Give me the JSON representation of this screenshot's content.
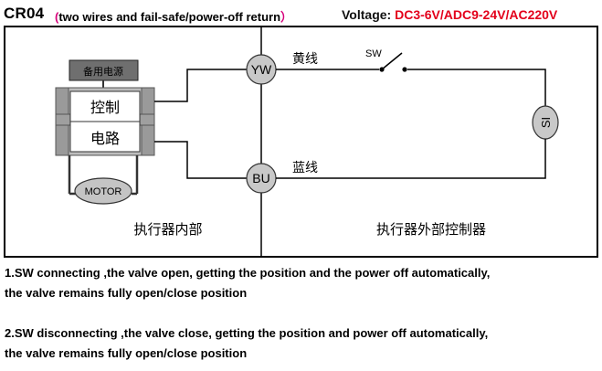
{
  "header": {
    "model": "CR04",
    "subtitle": "two wires and fail-safe/power-off return",
    "paren_open": "(",
    "paren_close": "）",
    "voltage_label": "Voltage:",
    "voltage_values": "DC3-6V/ADC9-24V/AC220V"
  },
  "diagram": {
    "backup_power_label": "备用电源",
    "control_label": "控制",
    "circuit_label": "电路",
    "motor_label": "MOTOR",
    "yw_terminal": "YW",
    "bu_terminal": "BU",
    "yellow_wire_label": "黄线",
    "blue_wire_label": "蓝线",
    "switch_label": "SW",
    "si_label": "SI",
    "actuator_internal_label": "执行器内部",
    "external_controller_label": "执行器外部控制器"
  },
  "notes": {
    "note1_line1": "1.SW connecting ,the valve open, getting the position and the power off automatically,",
    "note1_line2": "the valve remains fully open/close position",
    "note2_line1": "2.SW disconnecting ,the valve close, getting the position and power off automatically,",
    "note2_line2": "the valve remains fully open/close position"
  }
}
